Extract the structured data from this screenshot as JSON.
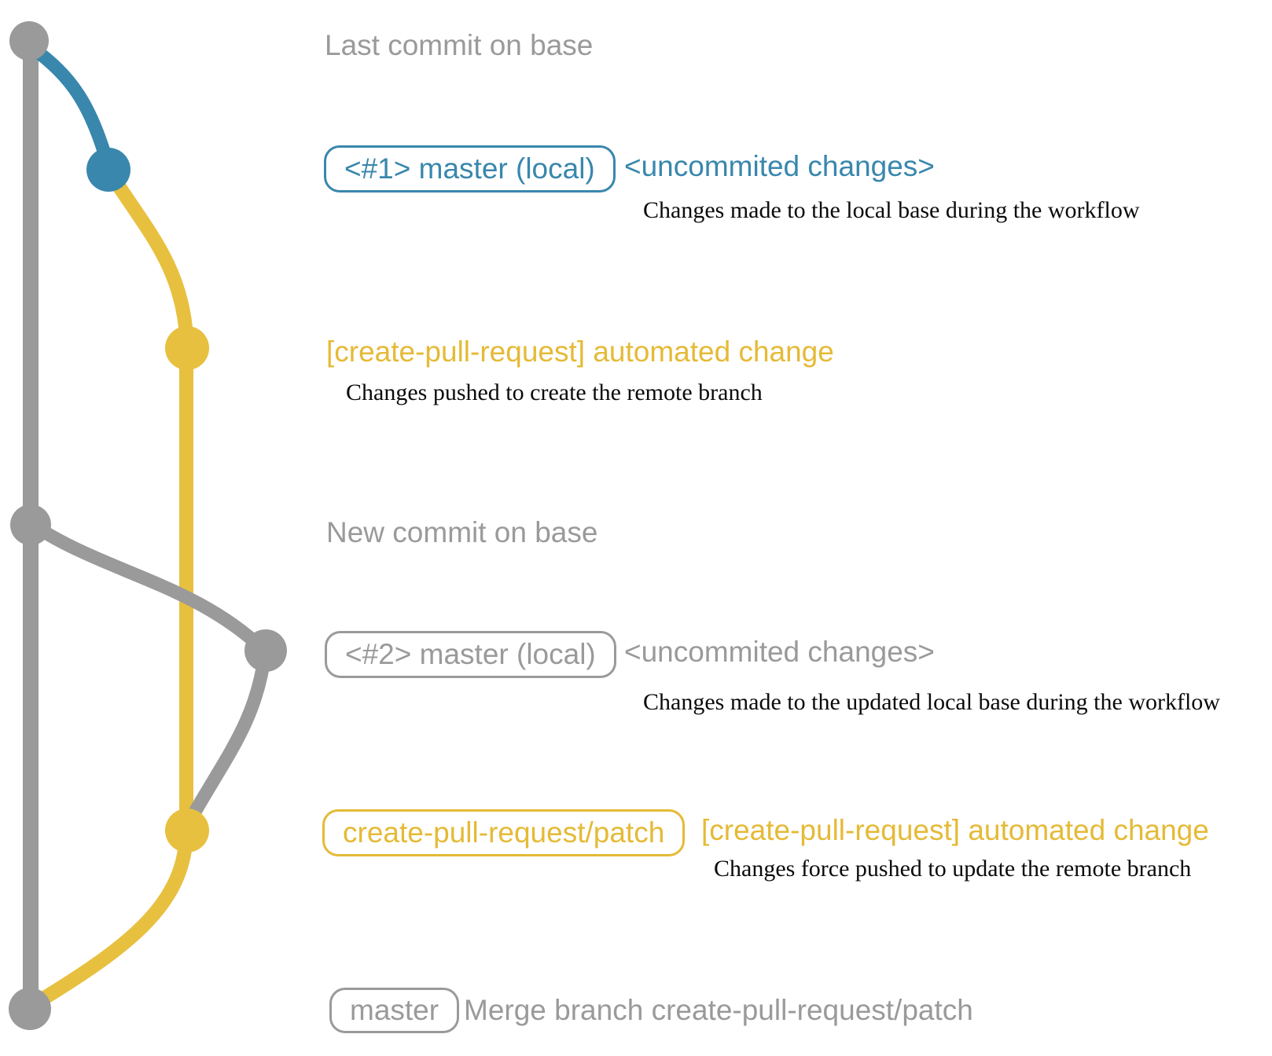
{
  "colors": {
    "gray": "#9a9a9a",
    "blue": "#3987ad",
    "yellow": "#e5ba36",
    "caption_ink": "#0b0b0b"
  },
  "graph": {
    "base_line": "base branch (gray trunk)",
    "local_branch_1": "local master changes (blue)",
    "remote_branch": "create-pull-request/patch branch (yellow)",
    "local_branch_2": "updated local master changes (gray)"
  },
  "rows": {
    "last_commit": {
      "label": "Last commit on base"
    },
    "row1": {
      "badge": "<#1> master (local)",
      "title": "<uncommited changes>",
      "caption": "Changes made to the local base during the workflow"
    },
    "row2": {
      "title": "[create-pull-request] automated change",
      "caption": "Changes pushed to create the remote branch"
    },
    "new_commit": {
      "label": "New commit on base"
    },
    "row4": {
      "badge": "<#2> master (local)",
      "title": "<uncommited changes>",
      "caption": "Changes made to the updated local base during the workflow"
    },
    "row5": {
      "badge": "create-pull-request/patch",
      "title": "[create-pull-request] automated change",
      "caption": "Changes force pushed to update the remote branch"
    },
    "row6": {
      "badge": "master",
      "title": "Merge branch create-pull-request/patch"
    }
  }
}
